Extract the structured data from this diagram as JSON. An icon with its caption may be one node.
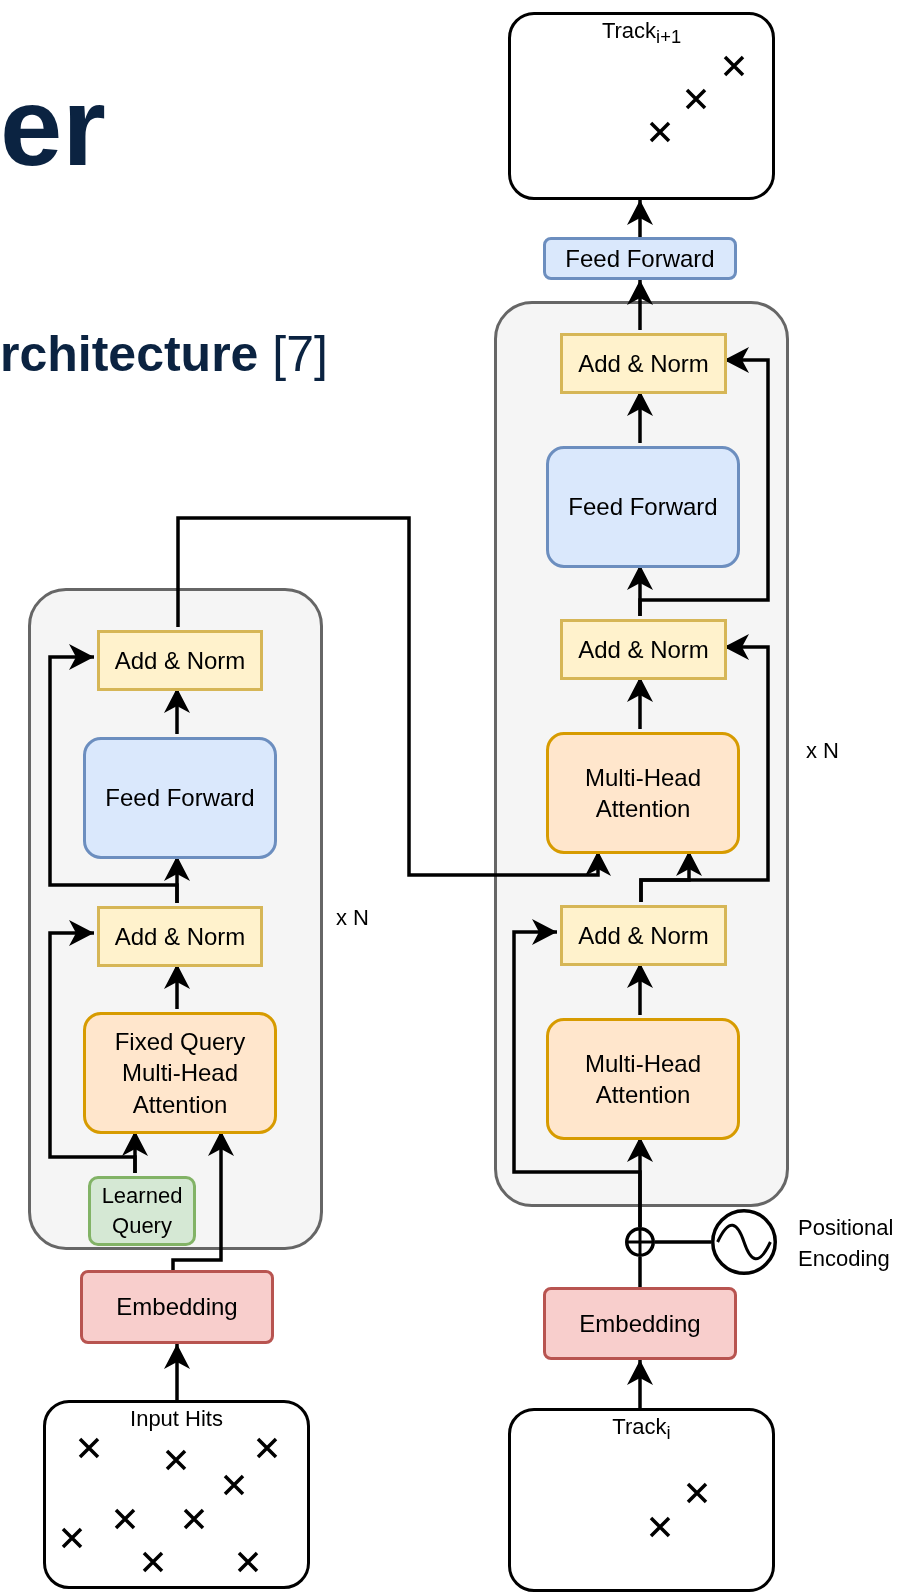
{
  "diagram": {
    "nodes": [
      {
        "text": [],
        "shape": "box"
      },
      {
        "text": [
          "Add & Norm"
        ],
        "in": 0
      },
      {
        "text": [
          "Feed Forward"
        ],
        "in": 0
      },
      {
        "text": [
          "Add & Norm"
        ],
        "in": 0
      },
      {
        "text": [
          "Fixed Query Multi-Head Attention"
        ],
        "in": 0
      },
      {
        "text": [
          "Learned Query"
        ],
        "in": 0
      },
      {
        "text": [
          "Embedding"
        ]
      },
      {
        "text": [
          "Input Hits"
        ]
      },
      {
        "text": [],
        "shape": "box"
      },
      {
        "text": [
          "Add & Norm"
        ],
        "in": 8
      },
      {
        "text": [
          "Feed Forward"
        ],
        "in": 8
      },
      {
        "text": [
          "Add & Norm"
        ],
        "in": 8
      },
      {
        "text": [
          "Multi-Head Attention"
        ],
        "in": 8
      },
      {
        "text": [
          "Add & Norm"
        ],
        "in": 8
      },
      {
        "text": [
          "Multi-Head Attention"
        ],
        "in": 8
      },
      {
        "text": [
          "Embedding"
        ]
      },
      {
        "text": [
          "Track$_{i}$"
        ]
      },
      {
        "text": [
          "Feed Forward"
        ]
      },
      {
        "text": [
          "Track$_{i+1}$"
        ]
      },
      {
        "text": [],
        "shape": "circle"
      },
      {
        "text": [],
        "shape": "circle",
        "beside": [
          "Positional Encoding"
        ]
      }
    ],
    "edges": [
      {
        "from": 7,
        "to": 6,
        "arrow": "to"
      },
      {
        "from": 6,
        "to": 4,
        "arrow": "to"
      },
      {
        "from": 5,
        "to": 4,
        "arrow": "to"
      },
      {
        "from": 5,
        "to": 3,
        "arrow": "to"
      },
      {
        "from": 4,
        "to": 3,
        "arrow": "to"
      },
      {
        "from": 3,
        "to": 2,
        "arrow": "to"
      },
      {
        "from": 3,
        "to": 1,
        "arrow": "to"
      },
      {
        "from": 2,
        "to": 1,
        "arrow": "to"
      },
      {
        "from": 1,
        "to": 12,
        "arrow": "to"
      },
      {
        "from": 16,
        "to": 15,
        "arrow": "to"
      },
      {
        "from": 15,
        "to": 19,
        "arrow": "none"
      },
      {
        "from": 20,
        "to": 19,
        "arrow": "none"
      },
      {
        "from": 19,
        "to": 14,
        "arrow": "to"
      },
      {
        "from": 19,
        "to": 13,
        "arrow": "to"
      },
      {
        "from": 14,
        "to": 13,
        "arrow": "to"
      },
      {
        "from": 13,
        "to": 12,
        "arrow": "to"
      },
      {
        "from": 13,
        "to": 11,
        "arrow": "to"
      },
      {
        "from": 12,
        "to": 11,
        "arrow": "to"
      },
      {
        "from": 11,
        "to": 10,
        "arrow": "to"
      },
      {
        "from": 11,
        "to": 9,
        "arrow": "to"
      },
      {
        "from": 10,
        "to": 9,
        "arrow": "to"
      },
      {
        "from": 9,
        "to": 17,
        "arrow": "to"
      },
      {
        "from": 17,
        "to": 18,
        "arrow": "to"
      }
    ],
    "labels": [
      "er",
      "**rchitecture** [7]",
      "x N",
      "x N"
    ]
  }
}
